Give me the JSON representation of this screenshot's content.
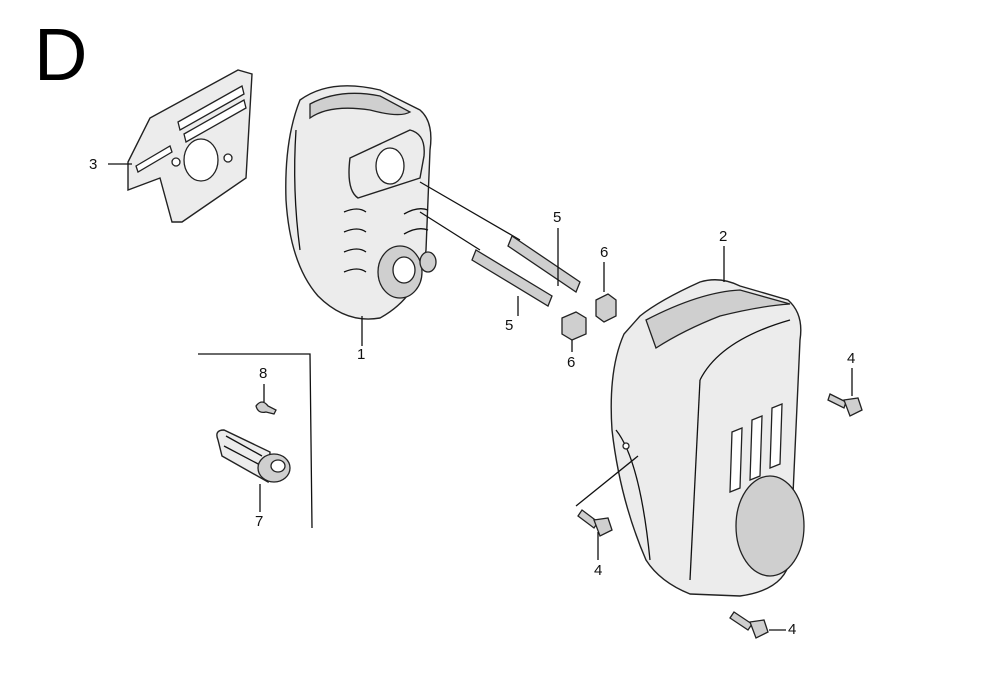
{
  "section_letter": "D",
  "callouts": [
    {
      "id": "c3",
      "label": "3"
    },
    {
      "id": "c1",
      "label": "1"
    },
    {
      "id": "c5a",
      "label": "5"
    },
    {
      "id": "c5b",
      "label": "5"
    },
    {
      "id": "c6a",
      "label": "6"
    },
    {
      "id": "c6b",
      "label": "6"
    },
    {
      "id": "c2",
      "label": "2"
    },
    {
      "id": "c4a",
      "label": "4"
    },
    {
      "id": "c4b",
      "label": "4"
    },
    {
      "id": "c4c",
      "label": "4"
    },
    {
      "id": "c8",
      "label": "8"
    },
    {
      "id": "c7",
      "label": "7"
    }
  ]
}
